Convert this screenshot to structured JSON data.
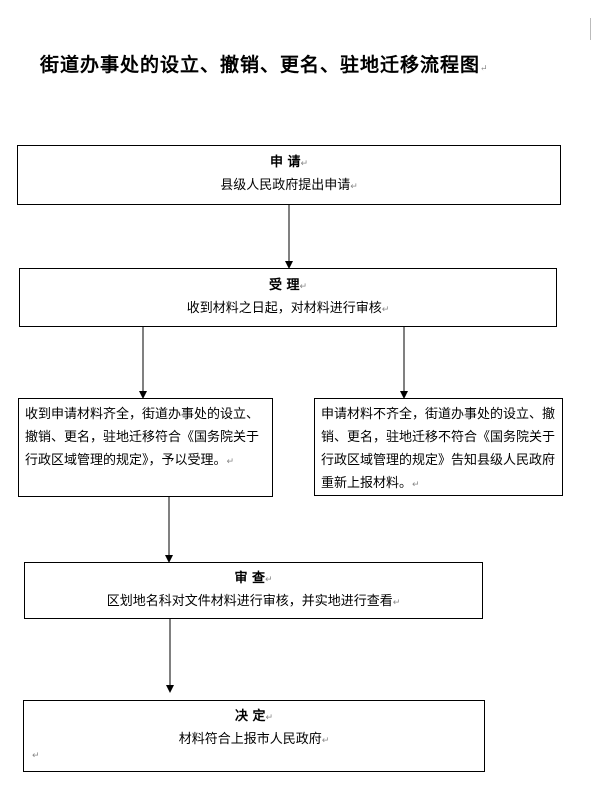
{
  "title": "街道办事处的设立、撤销、更名、驻地迁移流程图",
  "return_mark": "↵",
  "steps": {
    "apply": {
      "head": "申 请",
      "desc": "县级人民政府提出申请"
    },
    "accept": {
      "head": "受 理",
      "desc": "收到材料之日起，对材料进行审核"
    },
    "complete": {
      "text": "收到申请材料齐全，街道办事处的设立、撤销、更名，驻地迁移符合《国务院关于行政区域管理的规定》，予以受理。"
    },
    "incomplete": {
      "text": "申请材料不齐全，街道办事处的设立、撤销、更名，驻地迁移不符合《国务院关于行政区域管理的规定》告知县级人民政府重新上报材料。"
    },
    "review": {
      "head": "审 查",
      "desc": "区划地名科对文件材料进行审核，并实地进行查看"
    },
    "decide": {
      "head": "决 定",
      "desc": "材料符合上报市人民政府"
    }
  }
}
